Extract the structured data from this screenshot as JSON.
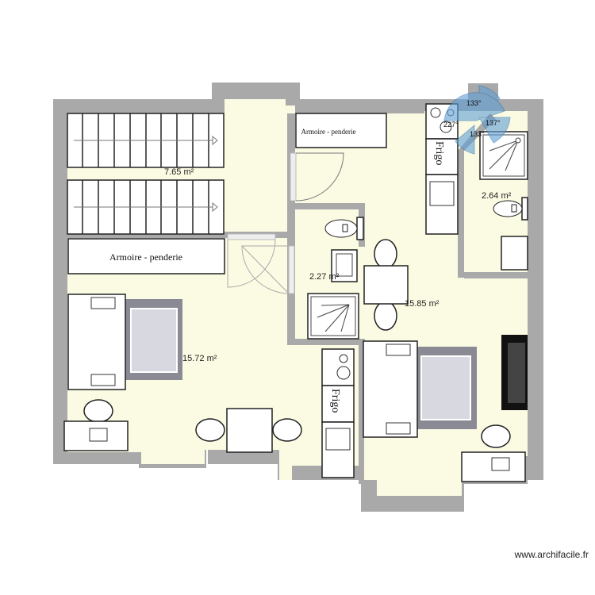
{
  "plan": {
    "rooms": [
      {
        "area": "7.65 m²"
      },
      {
        "area": "15.72 m²"
      },
      {
        "area": "2.27 m²"
      },
      {
        "area": "15.85 m²"
      },
      {
        "area": "2.64 m²"
      }
    ],
    "wardrobes": [
      "Armoire - penderie",
      "Armoire - penderie"
    ],
    "fridges": [
      "Frigo",
      "Frigo"
    ],
    "door_angles": [
      "133°",
      "227°",
      "137°",
      "133°"
    ],
    "colors": {
      "wall": "#a9a9a9",
      "floor": "#fbfbe4",
      "door_swing": "#4a86c5"
    }
  },
  "watermark": "www.archifacile.fr"
}
